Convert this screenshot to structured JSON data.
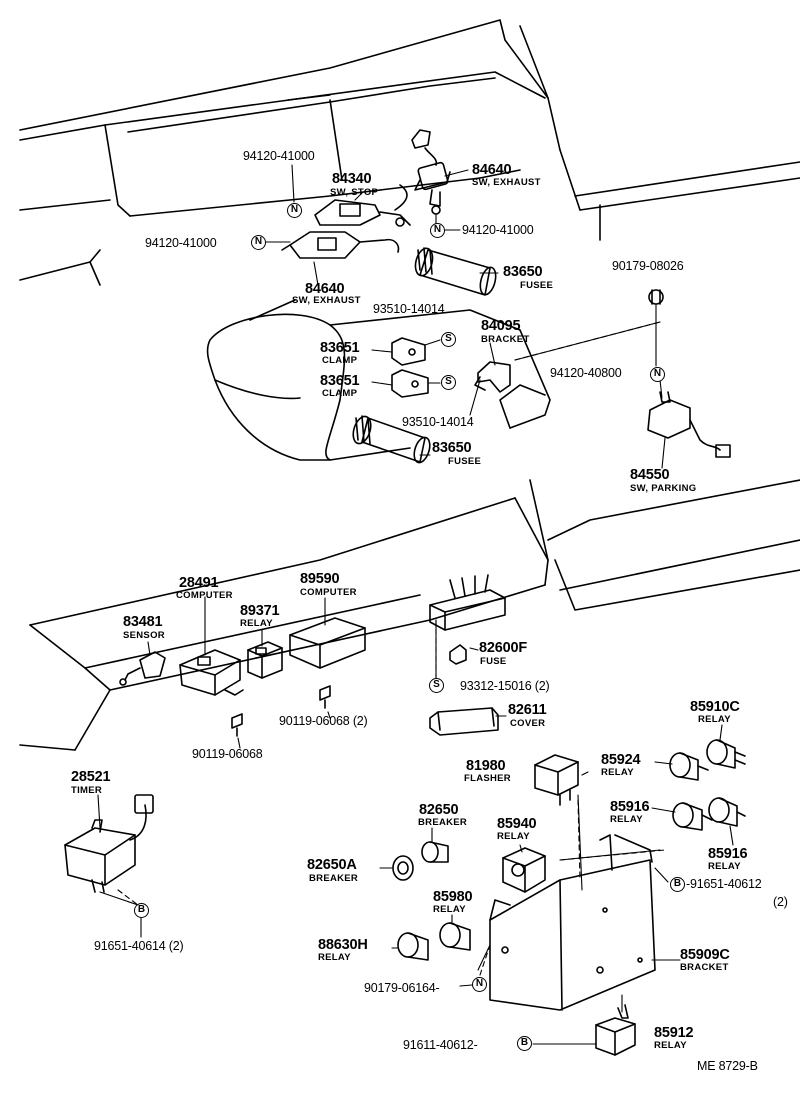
{
  "diagram_code": "ME 8729-B",
  "markers": {
    "N": "N",
    "S": "S",
    "B": "B"
  },
  "parts": {
    "p94120_41000_a": {
      "number": "94120-41000"
    },
    "p84340": {
      "number": "84340",
      "name": "SW, STOP"
    },
    "p84640_a": {
      "number": "84640",
      "name": "SW, EXHAUST"
    },
    "p94120_41000_b": {
      "number": "94120-41000"
    },
    "p94120_41000_c": {
      "number": "94120-41000"
    },
    "p83650_a": {
      "number": "83650",
      "name": "FUSEE"
    },
    "p84640_b": {
      "number": "84640",
      "name": "SW, EXHAUST"
    },
    "p93510_14014_a": {
      "number": "93510-14014"
    },
    "p84095": {
      "number": "84095",
      "name": "BRACKET"
    },
    "p83651_a": {
      "number": "83651",
      "name": "CLAMP"
    },
    "p83651_b": {
      "number": "83651",
      "name": "CLAMP"
    },
    "p93510_14014_b": {
      "number": "93510-14014"
    },
    "p83650_b": {
      "number": "83650",
      "name": "FUSEE"
    },
    "p90179_08026": {
      "number": "90179-08026"
    },
    "p94120_40800": {
      "number": "94120-40800"
    },
    "p84550": {
      "number": "84550",
      "name": "SW, PARKING"
    },
    "p28491": {
      "number": "28491",
      "name": "COMPUTER"
    },
    "p89590": {
      "number": "89590",
      "name": "COMPUTER"
    },
    "p83481": {
      "number": "83481",
      "name": "SENSOR"
    },
    "p89371": {
      "number": "89371",
      "name": "RELAY"
    },
    "p82600F": {
      "number": "82600F",
      "name": "FUSE"
    },
    "p93312_15016": {
      "number": "93312-15016",
      "qty": "(2)"
    },
    "p82611": {
      "number": "82611",
      "name": "COVER"
    },
    "p90119_06068_a": {
      "number": "90119-06068",
      "qty": "(2)"
    },
    "p90119_06068_b": {
      "number": "90119-06068"
    },
    "p85910C": {
      "number": "85910C",
      "name": "RELAY"
    },
    "p28521": {
      "number": "28521",
      "name": "TIMER"
    },
    "p81980": {
      "number": "81980",
      "name": "FLASHER"
    },
    "p85924": {
      "number": "85924",
      "name": "RELAY"
    },
    "p82650": {
      "number": "82650",
      "name": "BREAKER"
    },
    "p85916_a": {
      "number": "85916",
      "name": "RELAY"
    },
    "p85940": {
      "number": "85940",
      "name": "RELAY"
    },
    "p85916_b": {
      "number": "85916",
      "name": "RELAY"
    },
    "p82650A": {
      "number": "82650A",
      "name": "BREAKER"
    },
    "p91651_40612": {
      "number": "91651-40612",
      "qty": "(2)"
    },
    "p85980": {
      "number": "85980",
      "name": "RELAY"
    },
    "p91651_40614": {
      "number": "91651-40614",
      "qty": "(2)"
    },
    "p88630H": {
      "number": "88630H",
      "name": "RELAY"
    },
    "p85909C": {
      "number": "85909C",
      "name": "BRACKET"
    },
    "p90179_06164": {
      "number": "90179-06164"
    },
    "p91611_40612": {
      "number": "91611-40612"
    },
    "p85912": {
      "number": "85912",
      "name": "RELAY"
    }
  }
}
